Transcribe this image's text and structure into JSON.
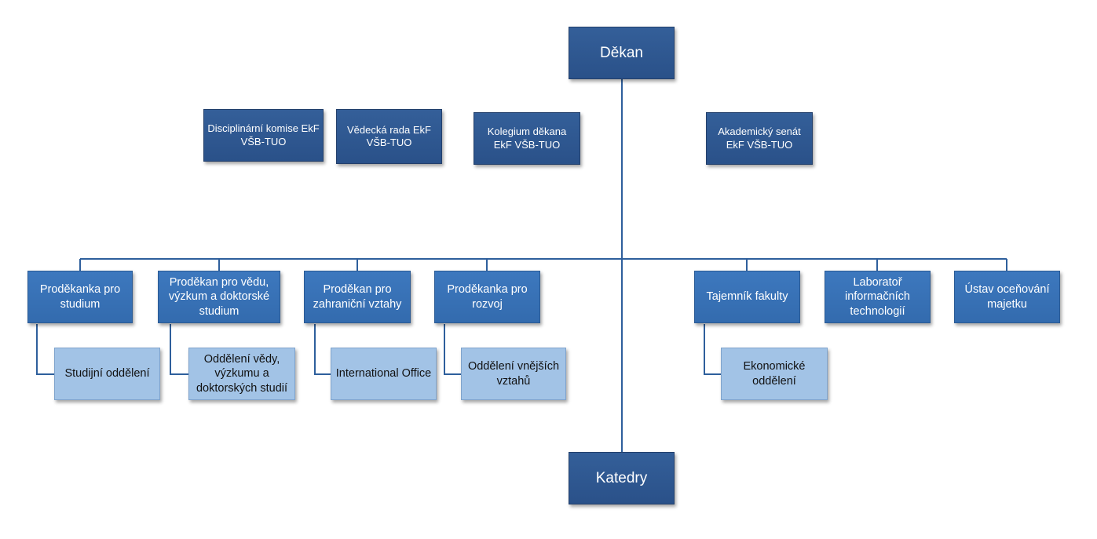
{
  "dean": "Děkan",
  "departments": "Katedry",
  "bodies": [
    "Disciplinární komise EkF VŠB-TUO",
    "Vědecká rada EkF VŠB-TUO",
    "Kolegium děkana EkF VŠB-TUO",
    "Akademický senát EkF VŠB-TUO"
  ],
  "units": [
    {
      "name": "Proděkanka pro studium",
      "office": "Studijní oddělení"
    },
    {
      "name": "Proděkan pro vědu, výzkum a doktorské studium",
      "office": "Oddělení vědy, výzkumu a doktorských studií"
    },
    {
      "name": "Proděkan pro zahraniční vztahy",
      "office": "International Office"
    },
    {
      "name": "Proděkanka pro rozvoj",
      "office": "Oddělení vnějších vztahů"
    },
    {
      "name": "Tajemník fakulty",
      "office": "Ekonomické oddělení"
    },
    {
      "name": "Laboratoř informačních technologií"
    },
    {
      "name": "Ústav oceňování majetku"
    }
  ],
  "colors": {
    "dark_box": "#2f5893",
    "mid_box": "#3873b8",
    "light_box": "#a2c3e6",
    "connector": "#2e5f9c"
  }
}
